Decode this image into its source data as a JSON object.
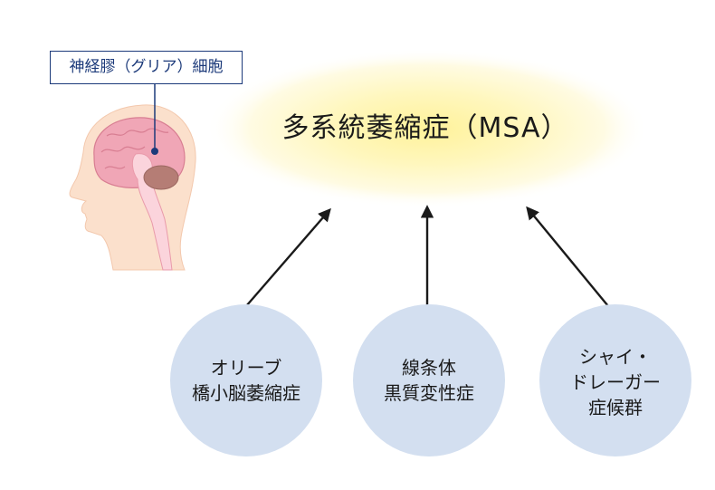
{
  "labels": {
    "glial_cells": "神経膠（グリア）細胞",
    "msa": "多系統萎縮症（MSA）"
  },
  "subtypes": [
    {
      "lines": [
        "オリーブ",
        "橋小脳萎縮症"
      ]
    },
    {
      "lines": [
        "線条体",
        "黒質変性症"
      ]
    },
    {
      "lines": [
        "シャイ・",
        "ドレーガー",
        "症候群"
      ]
    }
  ],
  "colors": {
    "label_border": "#1c3a7a",
    "arrow": "#1a1a1a",
    "circle_fill": "#d3dff0",
    "glow_center": "#fff6a6",
    "skin": "#fbe0cc",
    "brain": "#f0a6b6",
    "cerebellum": "#b57d75"
  }
}
